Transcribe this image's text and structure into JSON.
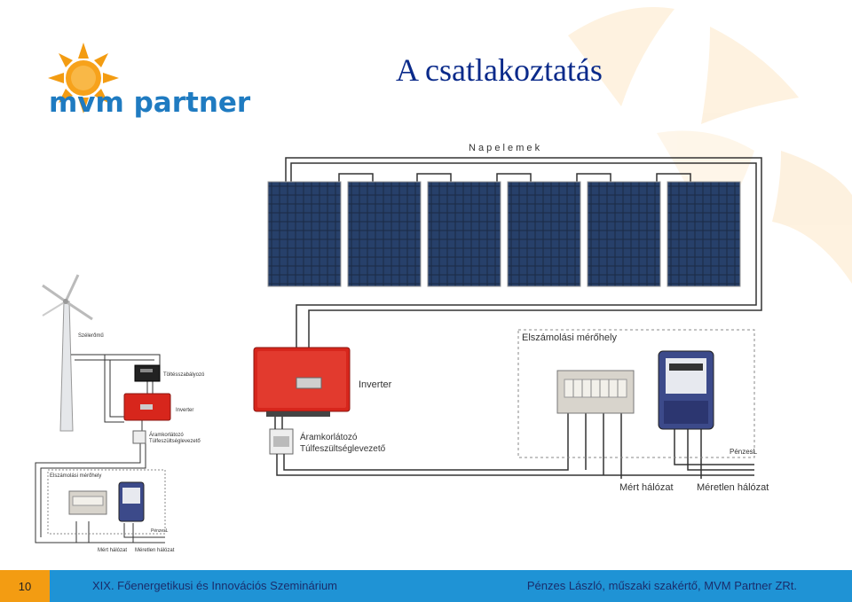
{
  "header": {
    "logo_text": "mvm partner",
    "title": "A csatlakoztatás"
  },
  "diagram": {
    "label_panels": "N a p e l e m e k",
    "label_inverter": "Inverter",
    "label_limiter_1": "Áramkorlátozó",
    "label_limiter_2": "Túlfeszültséglevezető",
    "label_meter_area": "Elszámolási mérőhely",
    "label_measured": "Mért hálózat",
    "label_unmeasured": "Méretlen hálózat",
    "label_penzesl": "PénzesL",
    "small": {
      "label_wind": "Szélerőmű",
      "label_charger": "Töltésszabályozó",
      "label_inverter": "Inverter",
      "label_limiter_1": "Áramkorlátozó",
      "label_limiter_2": "Túlfeszültséglevezető",
      "label_meter_area": "Elszámolási mérőhely",
      "label_measured": "Mért hálózat",
      "label_unmeasured": "Méretlen hálózat",
      "label_penzesl": "PénzesL"
    }
  },
  "footer": {
    "page_number": "10",
    "left_text": "XIX. Főenergetikusi és Innovációs Szeminárium",
    "right_text": "Pénzes László, műszaki szakértő,  MVM Partner ZRt."
  },
  "colors": {
    "footer_bar": "#1f93d5",
    "page_number_box": "#f39c12",
    "title": "#0a2a8a",
    "logo_blue": "#1f7bc1",
    "logo_sun": "#f39c12"
  }
}
